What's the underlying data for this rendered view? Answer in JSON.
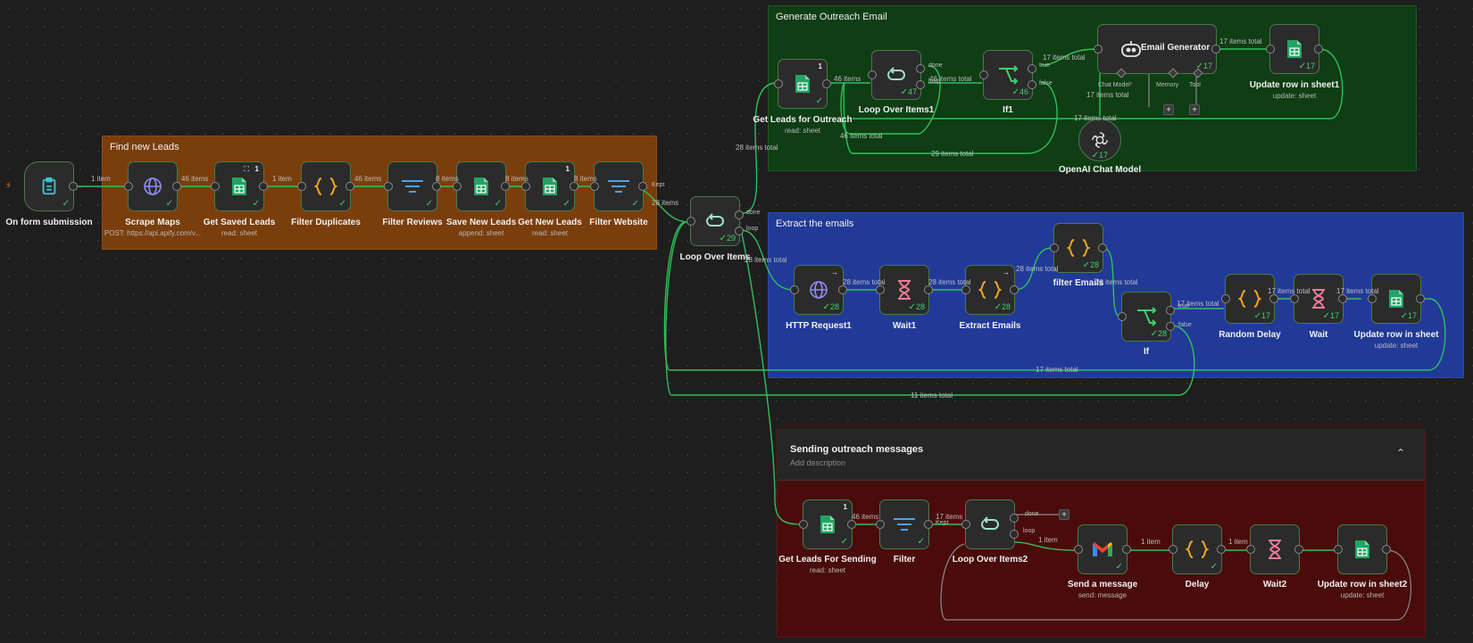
{
  "groups": {
    "find": "Find new Leads",
    "generate": "Generate Outreach Email",
    "extract": "Extract the emails",
    "sending": {
      "title": "Sending outreach messages",
      "description": "Add description",
      "collapse_icon": "chevron-up"
    }
  },
  "nodes": {
    "form": {
      "name": "On form submission",
      "icon": "clipboard"
    },
    "scrape": {
      "name": "Scrape Maps",
      "sub": "POST: https://api.apify.com/v...",
      "icon": "globe"
    },
    "saved": {
      "name": "Get Saved Leads",
      "sub": "read: sheet",
      "pin": "1",
      "icon": "sheets"
    },
    "dup": {
      "name": "Filter Duplicates",
      "icon": "code"
    },
    "reviews": {
      "name": "Filter Reviews",
      "icon": "filter"
    },
    "savenew": {
      "name": "Save New Leads",
      "sub": "append: sheet",
      "icon": "sheets"
    },
    "getnew": {
      "name": "Get New Leads",
      "sub": "read: sheet",
      "pin": "1",
      "icon": "sheets"
    },
    "website": {
      "name": "Filter Website",
      "icon": "filter"
    },
    "loop": {
      "name": "Loop Over Items",
      "count": "29",
      "icon": "loop"
    },
    "outreach": {
      "name": "Get Leads for Outreach",
      "sub": "read: sheet",
      "pin": "1",
      "icon": "sheets"
    },
    "loop1": {
      "name": "Loop Over Items1",
      "count": "47",
      "icon": "loop"
    },
    "if1": {
      "name": "If1",
      "count": "46",
      "icon": "if"
    },
    "emailgen": {
      "name": "Email Generator",
      "count": "17",
      "icon": "robot"
    },
    "upd1": {
      "name": "Update row in sheet1",
      "sub": "update: sheet",
      "count": "17",
      "icon": "sheets"
    },
    "openai": {
      "name": "OpenAI Chat Model",
      "count": "17",
      "icon": "openai"
    },
    "http": {
      "name": "HTTP Request1",
      "count": "28",
      "icon": "globe"
    },
    "wait1": {
      "name": "Wait1",
      "count": "28",
      "icon": "hourglass"
    },
    "extract": {
      "name": "Extract Emails",
      "count": "28",
      "icon": "code"
    },
    "filteremails": {
      "name": "filter Emails",
      "count": "28",
      "icon": "code"
    },
    "if": {
      "name": "If",
      "count": "28",
      "icon": "if"
    },
    "random": {
      "name": "Random Delay",
      "count": "17",
      "icon": "code"
    },
    "wait": {
      "name": "Wait",
      "count": "17",
      "icon": "hourglass"
    },
    "upd": {
      "name": "Update row in sheet",
      "sub": "update: sheet",
      "count": "17",
      "icon": "sheets"
    },
    "sending": {
      "name": "Get Leads For Sending",
      "sub": "read: sheet",
      "pin": "1",
      "icon": "sheets"
    },
    "filter": {
      "name": "Filter",
      "icon": "filter"
    },
    "loop2": {
      "name": "Loop Over Items2",
      "icon": "loop"
    },
    "gmail": {
      "name": "Send a message",
      "sub": "send: message",
      "icon": "gmail"
    },
    "delay": {
      "name": "Delay",
      "icon": "code"
    },
    "wait2": {
      "name": "Wait2",
      "icon": "hourglass"
    },
    "upd2": {
      "name": "Update row in sheet2",
      "sub": "update: sheet",
      "icon": "sheets"
    }
  },
  "ports": {
    "done": "done",
    "loop": "loop",
    "true": "true",
    "false": "false",
    "kept": "Kept",
    "chat_model": "Chat Model",
    "memory": "Memory",
    "tool": "Tool"
  },
  "edges": {
    "e1": "1 item",
    "e2": "46 items",
    "e3": "1 item",
    "e4": "46 items",
    "e5": "8 items",
    "e6": "8 items",
    "e7": "8 items",
    "e8": "28 items",
    "e9": "28 items total",
    "e10": "46 items",
    "e11": "46 items total",
    "e12": "17 items total",
    "e13": "17 items total",
    "e14": "17 items total",
    "e15": "17 items total",
    "e16": "46 items total",
    "e17": "29 items total",
    "e18": "28 items total",
    "e19": "28 items total",
    "e20": "28 items total",
    "e21": "28 items total",
    "e22": "17 items total",
    "e23": "17 items total",
    "e24": "17 items total",
    "e25": "17 items total",
    "e26": "11 items total",
    "e27": "46 items",
    "e28": "17 items",
    "e29": "1 item",
    "e30": "1 item",
    "e31": "1 item",
    "e32": "28 items total",
    "e33": "17 items total",
    "e34": "28 items total"
  },
  "colors": {
    "find": "#7a3e0c",
    "generate": "#0f3d14",
    "extract": "#213a98",
    "sending": "#4a0b0b",
    "wire": "#2fc05a",
    "success": "#3fd16b",
    "canvas": "#1e1e1e"
  }
}
